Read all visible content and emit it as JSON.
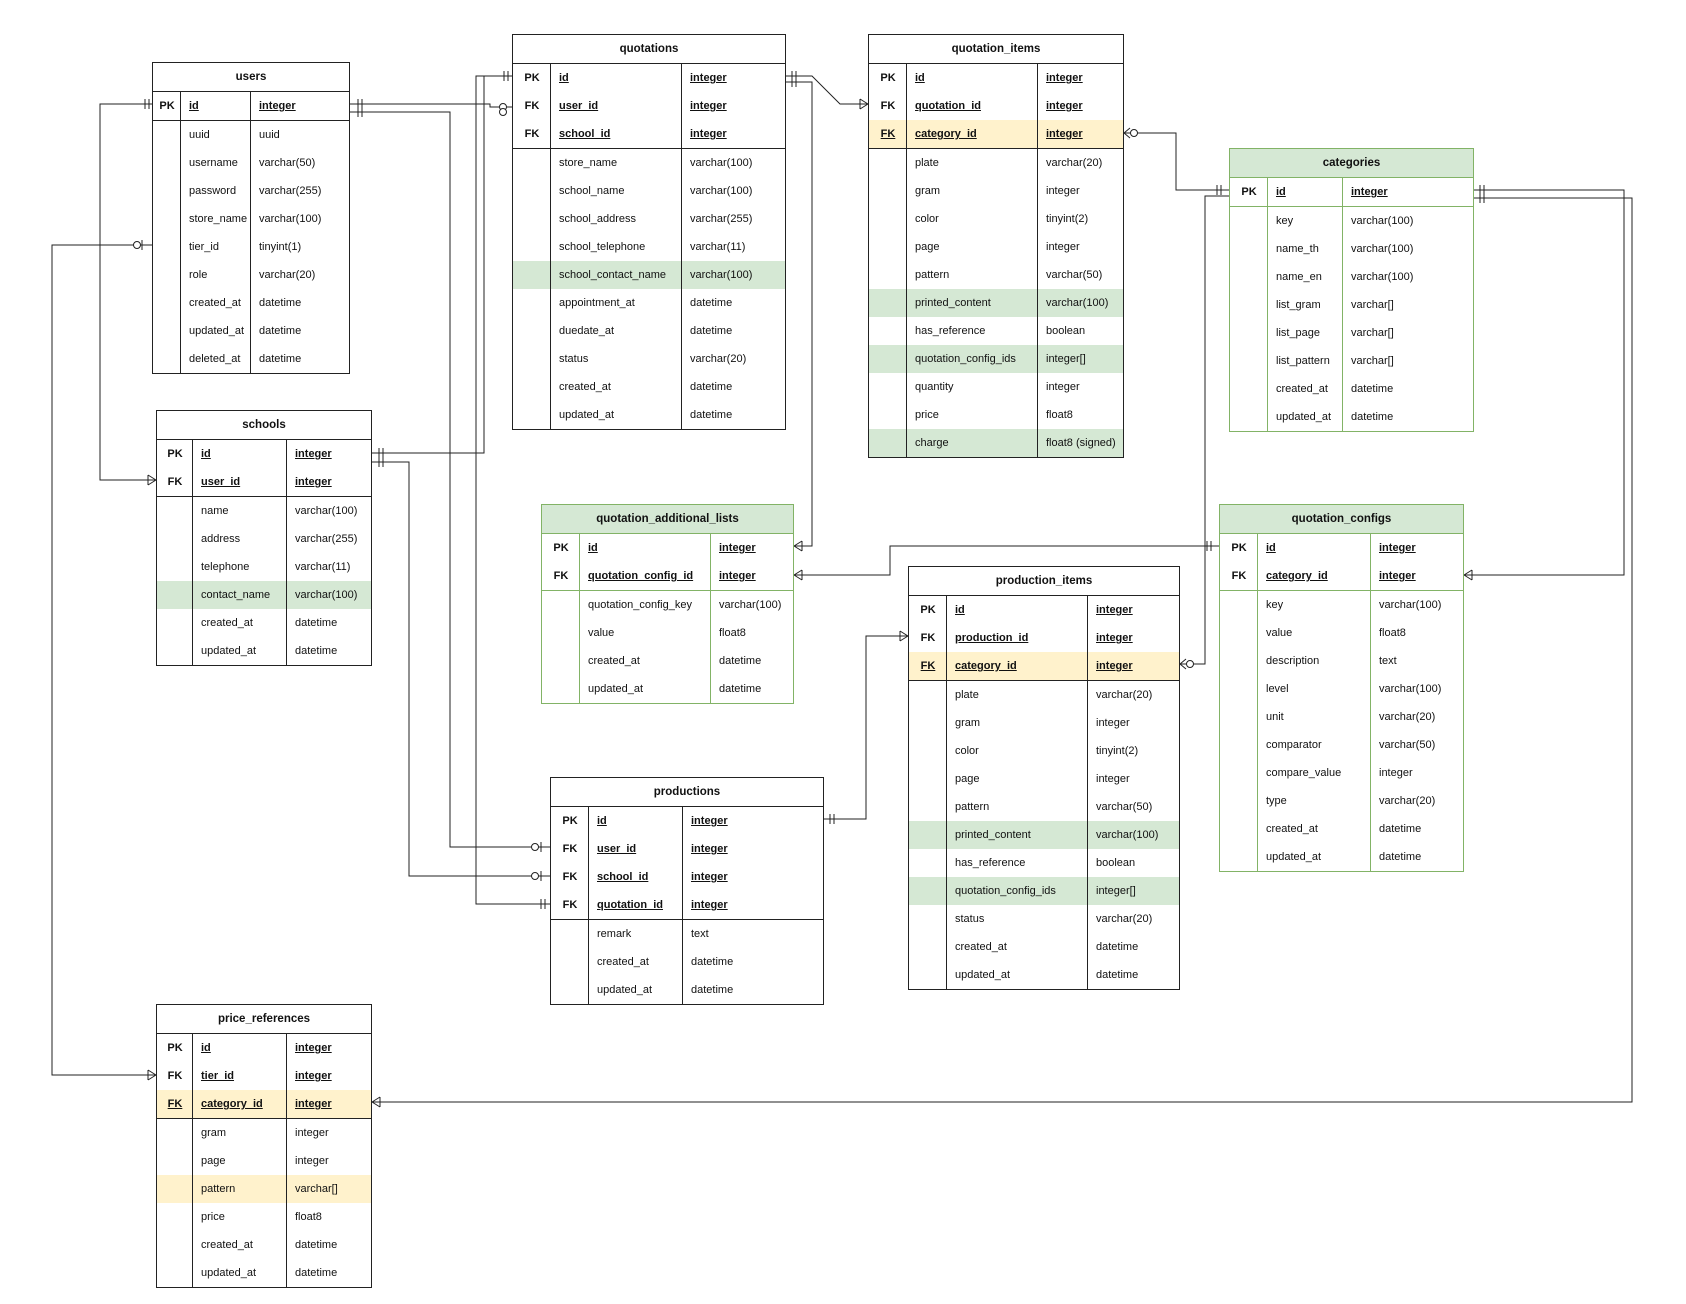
{
  "tables": [
    {
      "id": "users",
      "title": "users",
      "color": "plain",
      "rows": [
        {
          "k": "PK",
          "n": "id",
          "t": "integer",
          "key": true
        },
        {
          "k": "",
          "n": "uuid",
          "t": "uuid"
        },
        {
          "k": "",
          "n": "username",
          "t": "varchar(50)"
        },
        {
          "k": "",
          "n": "password",
          "t": "varchar(255)"
        },
        {
          "k": "",
          "n": "store_name",
          "t": "varchar(100)"
        },
        {
          "k": "",
          "n": "tier_id",
          "t": "tinyint(1)"
        },
        {
          "k": "",
          "n": "role",
          "t": "varchar(20)"
        },
        {
          "k": "",
          "n": "created_at",
          "t": "datetime"
        },
        {
          "k": "",
          "n": "updated_at",
          "t": "datetime"
        },
        {
          "k": "",
          "n": "deleted_at",
          "t": "datetime"
        }
      ]
    },
    {
      "id": "schools",
      "title": "schools",
      "color": "plain",
      "rows": [
        {
          "k": "PK",
          "n": "id",
          "t": "integer",
          "key": true
        },
        {
          "k": "FK",
          "n": "user_id",
          "t": "integer",
          "key": true
        },
        {
          "k": "",
          "n": "name",
          "t": "varchar(100)"
        },
        {
          "k": "",
          "n": "address",
          "t": "varchar(255)"
        },
        {
          "k": "",
          "n": "telephone",
          "t": "varchar(11)"
        },
        {
          "k": "",
          "n": "contact_name",
          "t": "varchar(100)",
          "hl": "green"
        },
        {
          "k": "",
          "n": "created_at",
          "t": "datetime"
        },
        {
          "k": "",
          "n": "updated_at",
          "t": "datetime"
        }
      ]
    },
    {
      "id": "price_references",
      "title": "price_references",
      "color": "plain",
      "rows": [
        {
          "k": "PK",
          "n": "id",
          "t": "integer",
          "key": true
        },
        {
          "k": "FK",
          "n": "tier_id",
          "t": "integer",
          "key": true
        },
        {
          "k": "FK",
          "n": "category_id",
          "t": "integer",
          "key": true,
          "hl": "yellow"
        },
        {
          "k": "",
          "n": "gram",
          "t": "integer"
        },
        {
          "k": "",
          "n": "page",
          "t": "integer"
        },
        {
          "k": "",
          "n": "pattern",
          "t": "varchar[]",
          "hl": "yellow"
        },
        {
          "k": "",
          "n": "price",
          "t": "float8"
        },
        {
          "k": "",
          "n": "created_at",
          "t": "datetime"
        },
        {
          "k": "",
          "n": "updated_at",
          "t": "datetime"
        }
      ]
    },
    {
      "id": "quotations",
      "title": "quotations",
      "color": "plain",
      "rows": [
        {
          "k": "PK",
          "n": "id",
          "t": "integer",
          "key": true
        },
        {
          "k": "FK",
          "n": "user_id",
          "t": "integer",
          "key": true
        },
        {
          "k": "FK",
          "n": "school_id",
          "t": "integer",
          "key": true
        },
        {
          "k": "",
          "n": "store_name",
          "t": "varchar(100)"
        },
        {
          "k": "",
          "n": "school_name",
          "t": "varchar(100)"
        },
        {
          "k": "",
          "n": "school_address",
          "t": "varchar(255)"
        },
        {
          "k": "",
          "n": "school_telephone",
          "t": "varchar(11)"
        },
        {
          "k": "",
          "n": "school_contact_name",
          "t": "varchar(100)",
          "hl": "green"
        },
        {
          "k": "",
          "n": "appointment_at",
          "t": "datetime"
        },
        {
          "k": "",
          "n": "duedate_at",
          "t": "datetime"
        },
        {
          "k": "",
          "n": "status",
          "t": "varchar(20)"
        },
        {
          "k": "",
          "n": "created_at",
          "t": "datetime"
        },
        {
          "k": "",
          "n": "updated_at",
          "t": "datetime"
        }
      ]
    },
    {
      "id": "quotation_items",
      "title": "quotation_items",
      "color": "plain",
      "rows": [
        {
          "k": "PK",
          "n": "id",
          "t": "integer",
          "key": true
        },
        {
          "k": "FK",
          "n": "quotation_id",
          "t": "integer",
          "key": true
        },
        {
          "k": "FK",
          "n": "category_id",
          "t": "integer",
          "key": true,
          "hl": "yellow"
        },
        {
          "k": "",
          "n": "plate",
          "t": "varchar(20)"
        },
        {
          "k": "",
          "n": "gram",
          "t": "integer"
        },
        {
          "k": "",
          "n": "color",
          "t": "tinyint(2)"
        },
        {
          "k": "",
          "n": "page",
          "t": "integer"
        },
        {
          "k": "",
          "n": "pattern",
          "t": "varchar(50)"
        },
        {
          "k": "",
          "n": "printed_content",
          "t": "varchar(100)",
          "hl": "green"
        },
        {
          "k": "",
          "n": "has_reference",
          "t": "boolean"
        },
        {
          "k": "",
          "n": "quotation_config_ids",
          "t": "integer[]",
          "hl": "green"
        },
        {
          "k": "",
          "n": "quantity",
          "t": "integer"
        },
        {
          "k": "",
          "n": "price",
          "t": "float8"
        },
        {
          "k": "",
          "n": "charge",
          "t": "float8 (signed)",
          "hl": "green"
        }
      ]
    },
    {
      "id": "categories",
      "title": "categories",
      "color": "green",
      "rows": [
        {
          "k": "PK",
          "n": "id",
          "t": "integer",
          "key": true
        },
        {
          "k": "",
          "n": "key",
          "t": "varchar(100)"
        },
        {
          "k": "",
          "n": "name_th",
          "t": "varchar(100)"
        },
        {
          "k": "",
          "n": "name_en",
          "t": "varchar(100)"
        },
        {
          "k": "",
          "n": "list_gram",
          "t": "varchar[]"
        },
        {
          "k": "",
          "n": "list_page",
          "t": "varchar[]"
        },
        {
          "k": "",
          "n": "list_pattern",
          "t": "varchar[]"
        },
        {
          "k": "",
          "n": "created_at",
          "t": "datetime"
        },
        {
          "k": "",
          "n": "updated_at",
          "t": "datetime"
        }
      ]
    },
    {
      "id": "quotation_additional_lists",
      "title": "quotation_additional_lists",
      "color": "green",
      "rows": [
        {
          "k": "PK",
          "n": "id",
          "t": "integer",
          "key": true
        },
        {
          "k": "FK",
          "n": "quotation_config_id",
          "t": "integer",
          "key": true
        },
        {
          "k": "",
          "n": "quotation_config_key",
          "t": "varchar(100)"
        },
        {
          "k": "",
          "n": "value",
          "t": "float8"
        },
        {
          "k": "",
          "n": "created_at",
          "t": "datetime"
        },
        {
          "k": "",
          "n": "updated_at",
          "t": "datetime"
        }
      ]
    },
    {
      "id": "quotation_configs",
      "title": "quotation_configs",
      "color": "green",
      "rows": [
        {
          "k": "PK",
          "n": "id",
          "t": "integer",
          "key": true
        },
        {
          "k": "FK",
          "n": "category_id",
          "t": "integer",
          "key": true
        },
        {
          "k": "",
          "n": "key",
          "t": "varchar(100)"
        },
        {
          "k": "",
          "n": "value",
          "t": "float8"
        },
        {
          "k": "",
          "n": "description",
          "t": "text"
        },
        {
          "k": "",
          "n": "level",
          "t": "varchar(100)"
        },
        {
          "k": "",
          "n": "unit",
          "t": "varchar(20)"
        },
        {
          "k": "",
          "n": "comparator",
          "t": "varchar(50)"
        },
        {
          "k": "",
          "n": "compare_value",
          "t": "integer"
        },
        {
          "k": "",
          "n": "type",
          "t": "varchar(20)"
        },
        {
          "k": "",
          "n": "created_at",
          "t": "datetime"
        },
        {
          "k": "",
          "n": "updated_at",
          "t": "datetime"
        }
      ]
    },
    {
      "id": "productions",
      "title": "productions",
      "color": "plain",
      "rows": [
        {
          "k": "PK",
          "n": "id",
          "t": "integer",
          "key": true
        },
        {
          "k": "FK",
          "n": "user_id",
          "t": "integer",
          "key": true
        },
        {
          "k": "FK",
          "n": "school_id",
          "t": "integer",
          "key": true
        },
        {
          "k": "FK",
          "n": "quotation_id",
          "t": "integer",
          "key": true
        },
        {
          "k": "",
          "n": "remark",
          "t": "text"
        },
        {
          "k": "",
          "n": "created_at",
          "t": "datetime"
        },
        {
          "k": "",
          "n": "updated_at",
          "t": "datetime"
        }
      ]
    },
    {
      "id": "production_items",
      "title": "production_items",
      "color": "plain",
      "rows": [
        {
          "k": "PK",
          "n": "id",
          "t": "integer",
          "key": true
        },
        {
          "k": "FK",
          "n": "production_id",
          "t": "integer",
          "key": true
        },
        {
          "k": "FK",
          "n": "category_id",
          "t": "integer",
          "key": true,
          "hl": "yellow"
        },
        {
          "k": "",
          "n": "plate",
          "t": "varchar(20)"
        },
        {
          "k": "",
          "n": "gram",
          "t": "integer"
        },
        {
          "k": "",
          "n": "color",
          "t": "tinyint(2)"
        },
        {
          "k": "",
          "n": "page",
          "t": "integer"
        },
        {
          "k": "",
          "n": "pattern",
          "t": "varchar(50)"
        },
        {
          "k": "",
          "n": "printed_content",
          "t": "varchar(100)",
          "hl": "green"
        },
        {
          "k": "",
          "n": "has_reference",
          "t": "boolean"
        },
        {
          "k": "",
          "n": "quotation_config_ids",
          "t": "integer[]",
          "hl": "green"
        },
        {
          "k": "",
          "n": "status",
          "t": "varchar(20)"
        },
        {
          "k": "",
          "n": "created_at",
          "t": "datetime"
        },
        {
          "k": "",
          "n": "updated_at",
          "t": "datetime"
        }
      ]
    }
  ]
}
